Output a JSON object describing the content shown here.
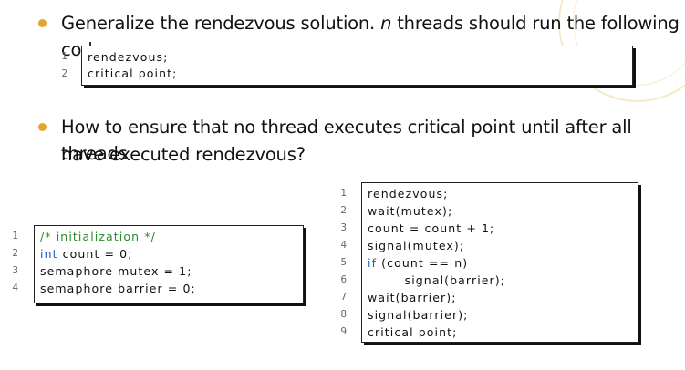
{
  "bullets": [
    {
      "prefix": "Generalize the rendezvous solution. ",
      "var": "n",
      "suffix": " threads should run the following code:"
    },
    {
      "line1": "How to ensure that no thread executes critical point until after all threads",
      "line2": "have executed rendezvous?"
    }
  ],
  "code_general": {
    "line_numbers": [
      "1",
      "2"
    ],
    "lines": [
      "rendezvous;",
      "critical point;"
    ]
  },
  "code_init": {
    "line_numbers": [
      "1",
      "2",
      "3",
      "4"
    ],
    "comment": "/* initialization */",
    "int_kw": "int",
    "int_rest": " count = 0;",
    "line3": "semaphore mutex = 1;",
    "line4": "semaphore barrier = 0;"
  },
  "code_barrier": {
    "line_numbers": [
      "1",
      "2",
      "3",
      "4",
      "5",
      "6",
      "7",
      "8",
      "9"
    ],
    "line1": "rendezvous;",
    "line2": "wait(mutex);",
    "line3": "count = count + 1;",
    "line4": "signal(mutex);",
    "if_kw": "if",
    "if_rest": " (count == n)",
    "line6": "        signal(barrier);",
    "line7": "wait(barrier);",
    "line8": "signal(barrier);",
    "line9": "critical point;"
  },
  "colors": {
    "bullet": "#e3a52a",
    "keyword": "#1a5fc0",
    "comment": "#2b8a2b"
  }
}
